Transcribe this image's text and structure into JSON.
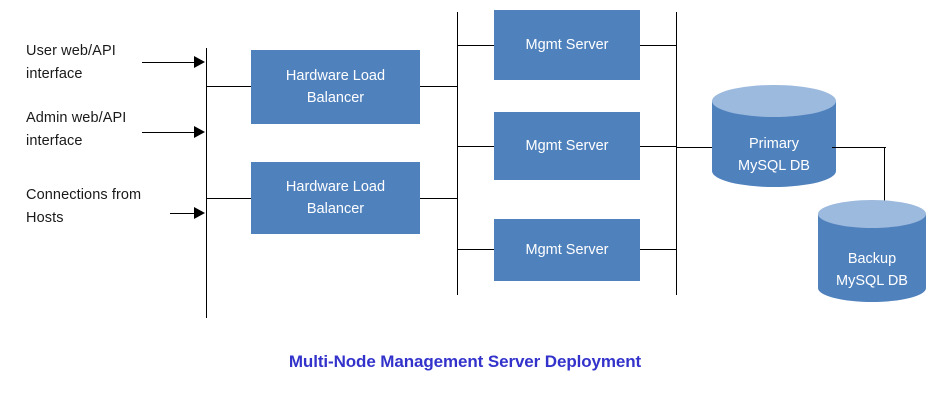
{
  "diagram": {
    "title": "Multi-Node Management Server Deployment",
    "title_color": "#3333CC",
    "box_fill": "#4F81BD",
    "cylinder_top_fill": "#9CB9DE",
    "line_color": "#000000",
    "background": "#FFFFFF",
    "inputs": [
      {
        "label": "User web/API\ninterface",
        "name": "user-web-api-interface"
      },
      {
        "label": "Admin web/API\ninterface",
        "name": "admin-web-api-interface"
      },
      {
        "label": "Connections from\nHosts",
        "name": "connections-from-hosts"
      }
    ],
    "load_balancers": [
      {
        "label": "Hardware Load\nBalancer"
      },
      {
        "label": "Hardware Load\nBalancer"
      }
    ],
    "mgmt_servers": [
      {
        "label": "Mgmt Server"
      },
      {
        "label": "Mgmt Server"
      },
      {
        "label": "Mgmt Server"
      }
    ],
    "databases": [
      {
        "label": "Primary\nMySQL DB",
        "role": "primary"
      },
      {
        "label": "Backup\nMySQL DB",
        "role": "backup"
      }
    ]
  }
}
